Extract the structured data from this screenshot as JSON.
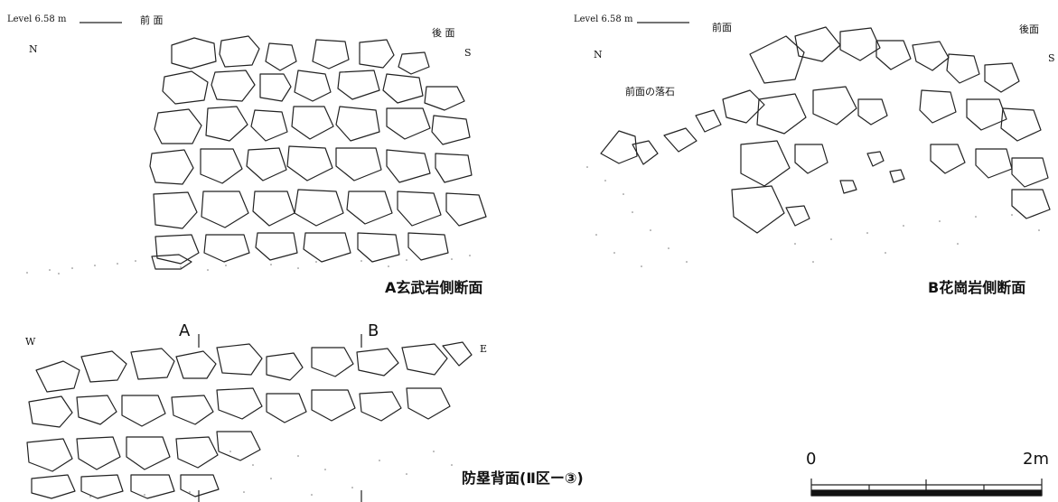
{
  "panel_a": {
    "level": "Level 6.58 m",
    "front": "前 面",
    "back": "後 面",
    "north": "N",
    "south": "S",
    "caption": "A玄武岩側断面"
  },
  "panel_b": {
    "level": "Level 6.58 m",
    "front": "前面",
    "back": "後面",
    "north": "N",
    "south": "S",
    "fallen": "前面の落石",
    "caption": "B花崗岩側断面"
  },
  "panel_c": {
    "west": "W",
    "east": "E",
    "marker_a": "A",
    "marker_b": "B",
    "caption": "防塁背面(Ⅱ区ー③)"
  },
  "scale": {
    "start": "0",
    "end": "2m"
  }
}
